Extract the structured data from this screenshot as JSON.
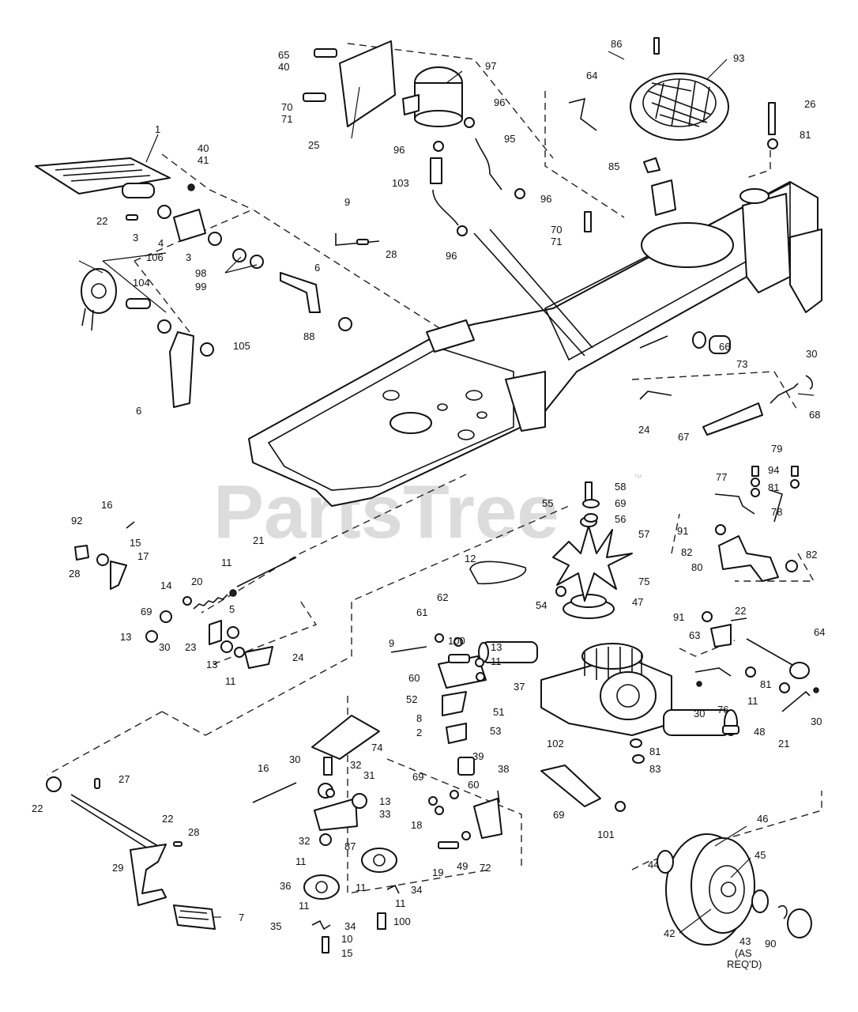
{
  "watermark": {
    "text": "PartsTree",
    "trademark": "™"
  },
  "wheel_note": {
    "part": "43",
    "line1": "(AS",
    "line2": "REQ'D)"
  },
  "callouts": [
    "1",
    "3",
    "4",
    "22",
    "3",
    "40",
    "41",
    "65",
    "40",
    "70",
    "71",
    "25",
    "97",
    "96",
    "96",
    "95",
    "103",
    "96",
    "96",
    "86",
    "93",
    "64",
    "85",
    "26",
    "81",
    "9",
    "28",
    "70",
    "71",
    "106",
    "104",
    "98",
    "99",
    "6",
    "88",
    "105",
    "6",
    "66",
    "73",
    "30",
    "68",
    "24",
    "67",
    "79",
    "94",
    "81",
    "77",
    "78",
    "91",
    "82",
    "80",
    "82",
    "58",
    "69",
    "55",
    "56",
    "57",
    "75",
    "47",
    "12",
    "54",
    "16",
    "92",
    "15",
    "17",
    "28",
    "21",
    "20",
    "11",
    "14",
    "69",
    "13",
    "30",
    "23",
    "5",
    "13",
    "24",
    "11",
    "62",
    "9",
    "61",
    "100",
    "13",
    "11",
    "60",
    "52",
    "51",
    "8",
    "2",
    "53",
    "91",
    "22",
    "63",
    "64",
    "81",
    "76",
    "11",
    "30",
    "37",
    "102",
    "48",
    "21",
    "30",
    "83",
    "81",
    "74",
    "32",
    "31",
    "16",
    "30",
    "13",
    "33",
    "32",
    "11",
    "36",
    "87",
    "11",
    "34",
    "11",
    "11",
    "34",
    "35",
    "100",
    "10",
    "15",
    "22",
    "27",
    "22",
    "28",
    "29",
    "7",
    "39",
    "69",
    "60",
    "38",
    "18",
    "19",
    "49",
    "72",
    "69",
    "101",
    "44",
    "46",
    "45",
    "42",
    "90"
  ]
}
